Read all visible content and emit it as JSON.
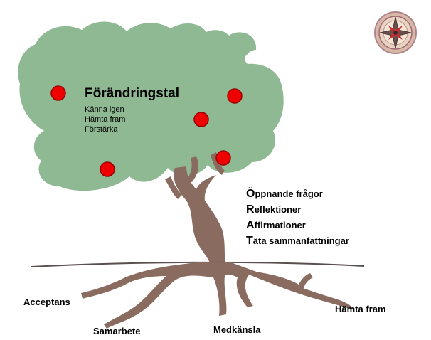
{
  "canopy": {
    "title": "Förändringstal",
    "sub_items": [
      "Känna igen",
      "Hämta fram",
      "Förstärka"
    ]
  },
  "oars": [
    {
      "initial": "Ö",
      "rest": "ppnande frågor"
    },
    {
      "initial": "R",
      "rest": "eflektioner"
    },
    {
      "initial": "A",
      "rest": "ffirmationer"
    },
    {
      "initial": "T",
      "rest": "äta sammanfattningar"
    }
  ],
  "roots": {
    "acceptans": "Acceptans",
    "samarbete": "Samarbete",
    "medkansla": "Medkänsla",
    "hamta_fram": "Hämta fram"
  },
  "colors": {
    "canopy": "#8fb993",
    "trunk": "#8a6b5f",
    "dot": "#ee0000",
    "dot_stroke": "#9a0000",
    "ground_line": "#5a4f4f"
  },
  "icons": {
    "compass": "compass-rose-icon"
  }
}
